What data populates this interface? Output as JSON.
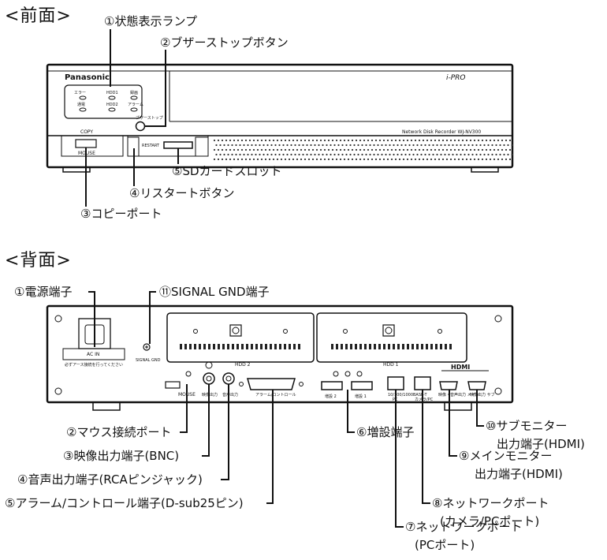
{
  "sections": {
    "front": "<前面>",
    "back": "<背面>"
  },
  "front": {
    "brand": "Panasonic",
    "logo": "i-PRO",
    "model": "Network Disk Recorder WJ-NV300",
    "copy_label": "COPY",
    "mouse_label": "MOUSE",
    "restart_label": "RESTART",
    "buzzer_label": "ブザーストップ",
    "lamps": [
      "エラー",
      "HDD1",
      "録画",
      "通電",
      "HDD2",
      "アラーム"
    ],
    "callouts": {
      "status_lamp": "①状態表示ランプ",
      "buzzer_stop": "②ブザーストップボタン",
      "sd_slot": "⑤SDカードスロット",
      "restart": "④リスタートボタン",
      "copy_port": "③コピーポート"
    }
  },
  "back": {
    "ac_in": "AC IN",
    "ac_warning": "必ずアース接続を行ってください",
    "signal_gnd_small": "SIGNAL GND",
    "hdd2": "HDD 2",
    "hdd1": "HDD 1",
    "mouse": "MOUSE",
    "video_out": "映像出力",
    "audio_out": "音声出力",
    "alarm_control": "アラーム/コントロール",
    "ext2": "増設 2",
    "ext1": "増設 1",
    "net_label": "10/100/1000BASE-T",
    "pc": "PC",
    "camera_pc": "カメラ/PC",
    "hdmi": "HDMI",
    "main_label": "映像・音声出力 メイン",
    "sub_label": "映像出力 サブ",
    "callouts": {
      "power": "①電源端子",
      "signal_gnd": "⑪SIGNAL GND端子",
      "mouse_port": "②マウス接続ポート",
      "video_bnc": "③映像出力端子(BNC)",
      "audio_rca": "④音声出力端子(RCAピンジャック)",
      "alarm_dsub": "⑤アラーム/コントロール端子(D-sub25ピン)",
      "ext_port": "⑥増設端子",
      "net_pc_1": "⑦ネットワークポート",
      "net_pc_2": "(PCポート)",
      "net_cam_1": "⑧ネットワークポート",
      "net_cam_2": "(カメラ/PCポート)",
      "main_mon_1": "⑨メインモニター",
      "main_mon_2": "出力端子(HDMI)",
      "sub_mon_1": "⑩サブモニター",
      "sub_mon_2": "出力端子(HDMI)"
    }
  }
}
